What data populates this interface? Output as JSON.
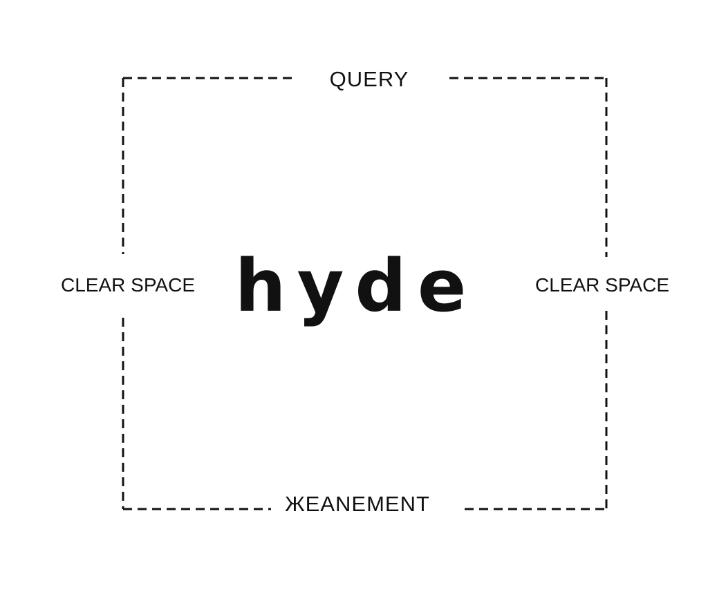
{
  "logo": {
    "wordmark": "hyde"
  },
  "labels": {
    "top": "QUERY",
    "bottom": "ЖEANEMENT",
    "left": "CLEAR SPACE",
    "right": "CLEAR SPACE"
  },
  "colors": {
    "ink": "#111111",
    "background": "#ffffff"
  }
}
